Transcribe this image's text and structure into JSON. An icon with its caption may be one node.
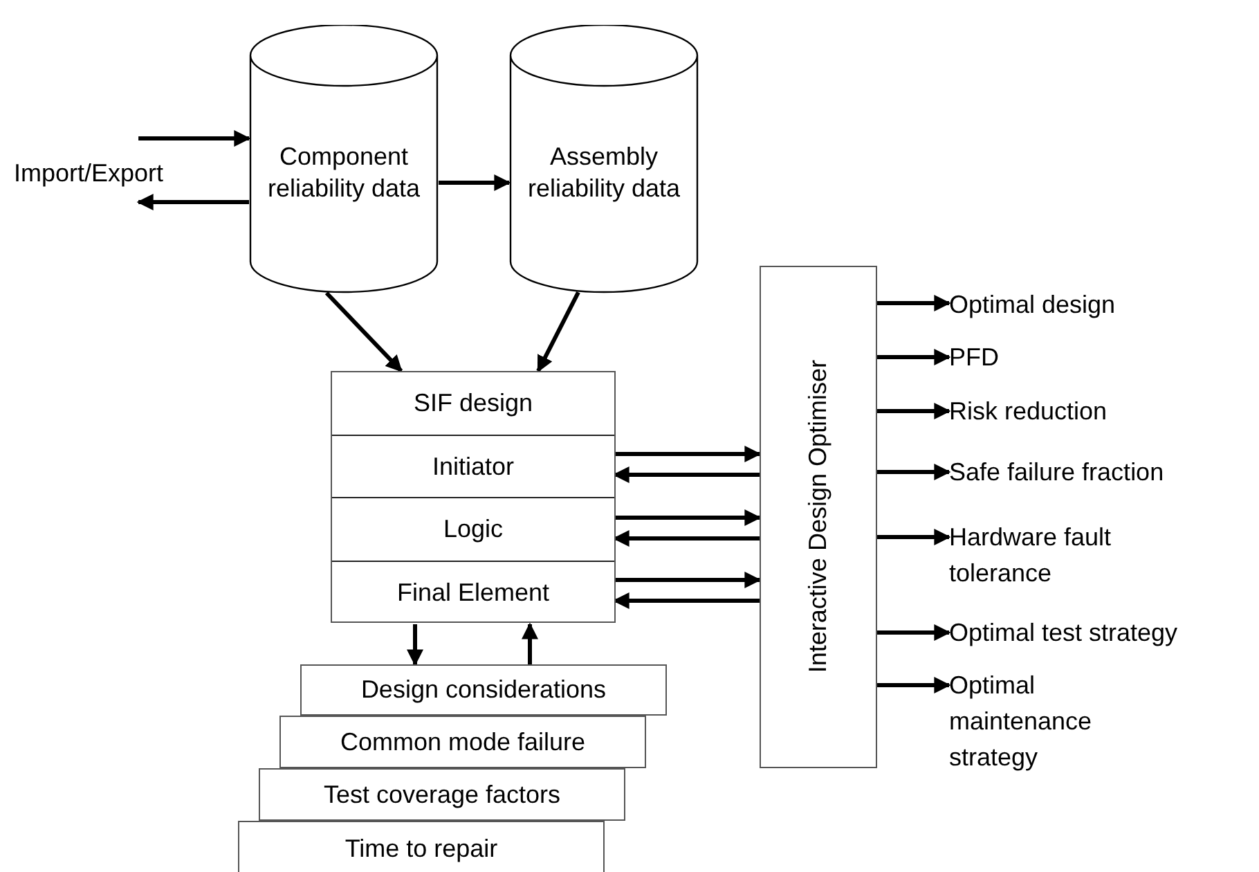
{
  "diagram": {
    "nodes": [
      {
        "text": [
          "Import/Export"
        ]
      },
      {
        "text": [
          "Component reliability data"
        ]
      },
      {
        "text": [
          "Assembly reliability data"
        ]
      },
      {
        "text": [
          "SIF design"
        ]
      },
      {
        "text": [
          "Initiator"
        ],
        "in": 3
      },
      {
        "text": [
          "Logic"
        ],
        "in": 3
      },
      {
        "text": [
          "Final Element"
        ],
        "in": 3
      },
      {
        "text": [
          "Interactive Design Optimiser"
        ]
      },
      {
        "text": [
          "Design considerations"
        ]
      },
      {
        "text": [
          "Common mode failure"
        ]
      },
      {
        "text": [
          "Test coverage factors"
        ]
      },
      {
        "text": [
          "Time to repair"
        ]
      },
      {
        "text": [
          "Optimal design"
        ]
      },
      {
        "text": [
          "PFD"
        ]
      },
      {
        "text": [
          "Risk reduction"
        ]
      },
      {
        "text": [
          "Safe failure fraction"
        ]
      },
      {
        "text": [
          "Hardware fault tolerance"
        ]
      },
      {
        "text": [
          "Optimal test strategy"
        ]
      },
      {
        "text": [
          "Optimal maintenance strategy"
        ]
      }
    ],
    "edges": [
      {
        "from": 0,
        "to": 1,
        "arrow": "to"
      },
      {
        "from": 1,
        "to": 0,
        "arrow": "to"
      },
      {
        "from": 1,
        "to": 2,
        "arrow": "to"
      },
      {
        "from": 1,
        "to": 3,
        "arrow": "to"
      },
      {
        "from": 2,
        "to": 3,
        "arrow": "to"
      },
      {
        "from": 4,
        "to": 7,
        "arrow": "to"
      },
      {
        "from": 7,
        "to": 4,
        "arrow": "to"
      },
      {
        "from": 5,
        "to": 7,
        "arrow": "to"
      },
      {
        "from": 7,
        "to": 5,
        "arrow": "to"
      },
      {
        "from": 6,
        "to": 7,
        "arrow": "to"
      },
      {
        "from": 7,
        "to": 6,
        "arrow": "to"
      },
      {
        "from": 6,
        "to": 8,
        "arrow": "to"
      },
      {
        "from": 8,
        "to": 6,
        "arrow": "to"
      },
      {
        "from": 7,
        "to": 12,
        "arrow": "to"
      },
      {
        "from": 7,
        "to": 13,
        "arrow": "to"
      },
      {
        "from": 7,
        "to": 14,
        "arrow": "to"
      },
      {
        "from": 7,
        "to": 15,
        "arrow": "to"
      },
      {
        "from": 7,
        "to": 16,
        "arrow": "to"
      },
      {
        "from": 7,
        "to": 17,
        "arrow": "to"
      },
      {
        "from": 7,
        "to": 18,
        "arrow": "to"
      }
    ]
  }
}
